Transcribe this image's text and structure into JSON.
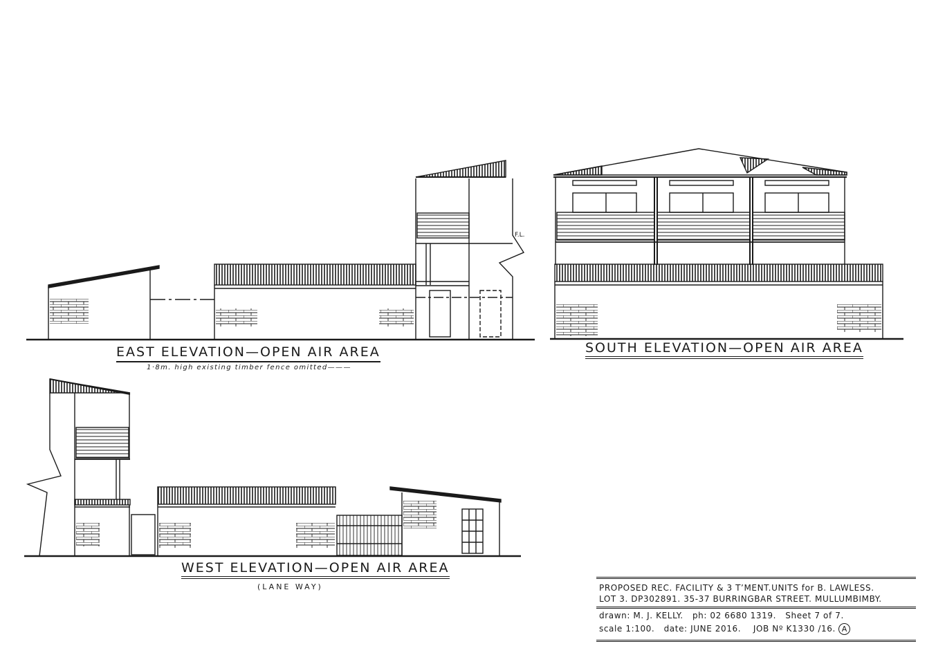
{
  "drawing": {
    "east": {
      "title": "EAST ELEVATION—OPEN AIR AREA",
      "note": "1·8m. high existing timber fence omitted———",
      "marker": "F.L."
    },
    "south": {
      "title": "SOUTH ELEVATION—OPEN AIR AREA"
    },
    "west": {
      "title": "WEST ELEVATION—OPEN AIR AREA",
      "subtitle": "(LANE WAY)"
    }
  },
  "title_block": {
    "line1": "PROPOSED REC. FACILITY & 3 T’MENT.UNITS for B. LAWLESS.",
    "line2": "LOT 3. DP302891. 35-37 BURRINGBAR STREET. MULLUMBIMBY.",
    "drawn": "drawn: M. J. KELLY.",
    "phone": "ph: 02 6680 1319.",
    "sheet": "Sheet 7 of 7.",
    "scale": "scale 1:100.",
    "date": "date: JUNE 2016.",
    "job": "JOB Nº K1330 /16.",
    "revision": "A"
  }
}
